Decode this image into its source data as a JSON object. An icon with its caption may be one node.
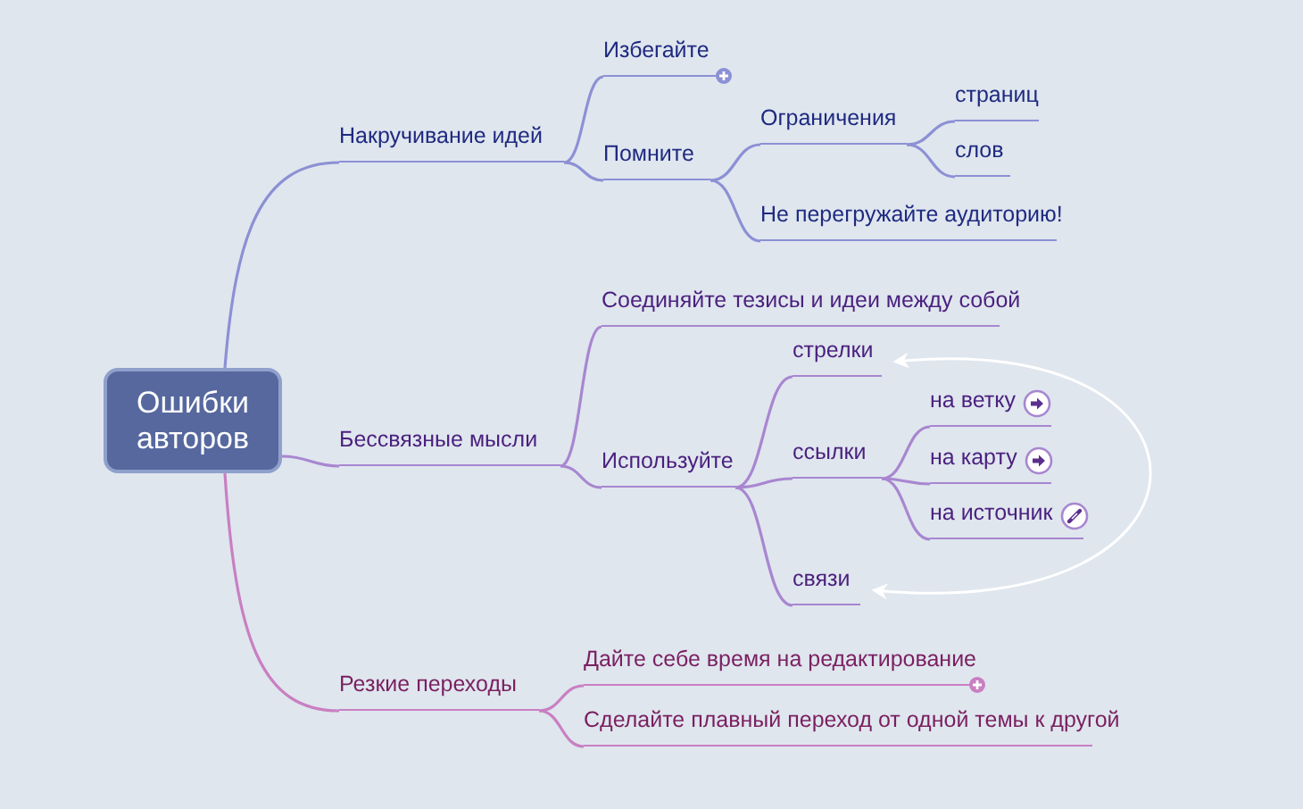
{
  "diagram": {
    "nodes": [
      {
        "text": [
          "Ошибки авторов"
        ]
      },
      {
        "text": [
          "Накручивание идей"
        ]
      },
      {
        "text": [
          "Избегайте"
        ]
      },
      {
        "text": [
          "Помните"
        ]
      },
      {
        "text": [
          "Ограничения"
        ]
      },
      {
        "text": [
          "страниц"
        ]
      },
      {
        "text": [
          "слов"
        ]
      },
      {
        "text": [
          "Не перегружайте аудиторию!"
        ]
      },
      {
        "text": [
          "Бессвязные мысли"
        ]
      },
      {
        "text": [
          "Соединяйте тезисы и идеи между собой"
        ]
      },
      {
        "text": [
          "Используйте"
        ]
      },
      {
        "text": [
          "стрелки"
        ]
      },
      {
        "text": [
          "ссылки"
        ]
      },
      {
        "text": [
          "на ветку"
        ]
      },
      {
        "text": [
          "на карту"
        ]
      },
      {
        "text": [
          "на источник"
        ]
      },
      {
        "text": [
          "связи"
        ]
      },
      {
        "text": [
          "Резкие переходы"
        ]
      },
      {
        "text": [
          "Дайте себе время на редактирование"
        ]
      },
      {
        "text": [
          "Сделайте плавный переход от одной темы к другой"
        ]
      }
    ],
    "edges": [
      {
        "from": 0,
        "to": 1,
        "arrow": "none",
        "color": "#8c90d4"
      },
      {
        "from": 1,
        "to": 2,
        "arrow": "none",
        "color": "#8c90d4"
      },
      {
        "from": 1,
        "to": 3,
        "arrow": "none",
        "color": "#8c90d4"
      },
      {
        "from": 3,
        "to": 4,
        "arrow": "none",
        "color": "#8c90d4"
      },
      {
        "from": 4,
        "to": 5,
        "arrow": "none",
        "color": "#8c90d4"
      },
      {
        "from": 4,
        "to": 6,
        "arrow": "none",
        "color": "#8c90d4"
      },
      {
        "from": 3,
        "to": 7,
        "arrow": "none",
        "color": "#8c90d4"
      },
      {
        "from": 0,
        "to": 8,
        "arrow": "none"
      },
      {
        "from": 8,
        "to": 9,
        "arrow": "none"
      },
      {
        "from": 8,
        "to": 10,
        "arrow": "none"
      },
      {
        "from": 10,
        "to": 11,
        "arrow": "none"
      },
      {
        "from": 10,
        "to": 12,
        "arrow": "none"
      },
      {
        "from": 12,
        "to": 13,
        "arrow": "none"
      },
      {
        "from": 12,
        "to": 14,
        "arrow": "none"
      },
      {
        "from": 12,
        "to": 15,
        "arrow": "none"
      },
      {
        "from": 10,
        "to": 16,
        "arrow": "none"
      },
      {
        "from": 0,
        "to": 17,
        "arrow": "none",
        "color": "#c97fc2"
      },
      {
        "from": 17,
        "to": 18,
        "arrow": "none",
        "color": "#c97fc2"
      },
      {
        "from": 17,
        "to": 19,
        "arrow": "none",
        "color": "#c97fc2"
      },
      {
        "from": 11,
        "to": 16,
        "arrow": "both",
        "color": "#ffffff"
      }
    ]
  }
}
